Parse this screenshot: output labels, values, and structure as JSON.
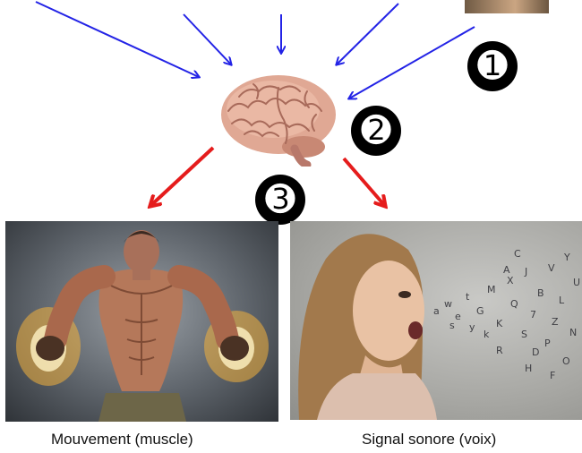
{
  "badges": {
    "one": "➊",
    "two": "➋",
    "three": "➌"
  },
  "captions": {
    "left": "Mouvement (muscle)",
    "right": "Signal sonore (voix)"
  },
  "colors": {
    "input_arrow": "#2323e6",
    "output_arrow": "#e51c1c",
    "badge": "#000000"
  }
}
